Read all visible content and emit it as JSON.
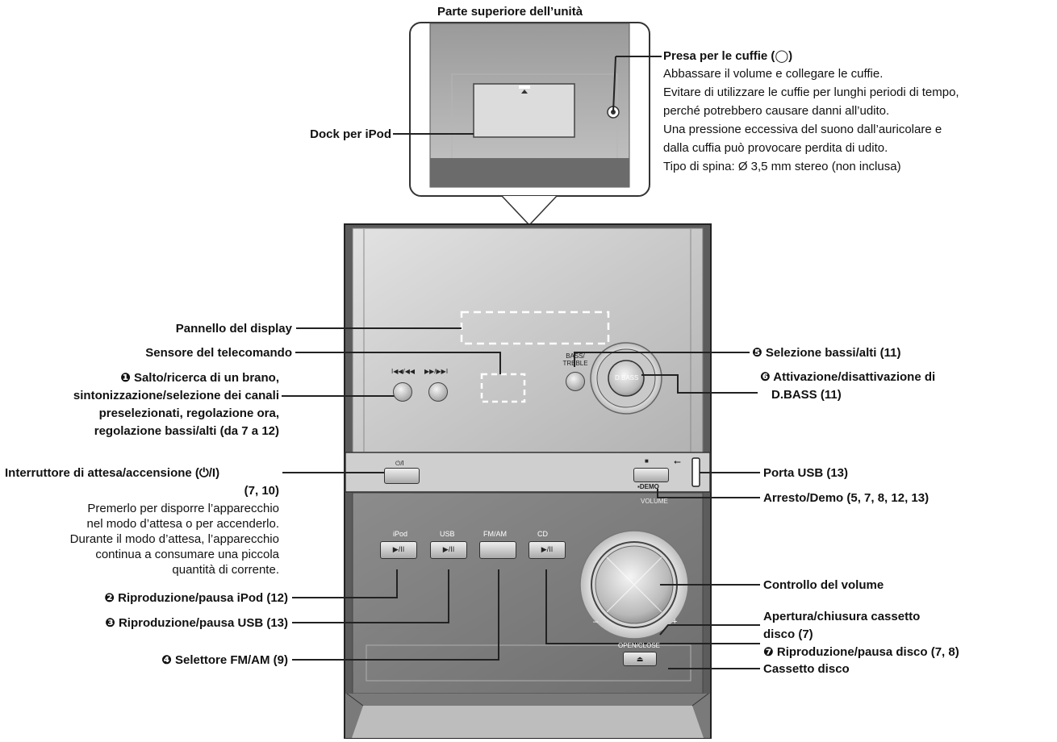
{
  "labels": {
    "top_header": "Parte superiore dell’unità",
    "dock": "Dock per iPod",
    "headphone_title": "Presa per le cuffie (◯)",
    "headphone_desc": [
      "Abbassare il volume e collegare le cuffie.",
      "Evitare di utilizzare le cuffie per lunghi periodi di tempo,",
      "perché potrebbero causare danni all’udito.",
      "Una pressione eccessiva del suono dall’auricolare e",
      "dalla cuffia può provocare perdita di udito.",
      "Tipo di spina: Ø 3,5 mm stereo (non inclusa)"
    ],
    "display_panel": "Pannello del display",
    "remote_sensor": "Sensore del telecomando",
    "skip_search": [
      "❶ Salto/ricerca di un brano,",
      "sintonizzazione/selezione dei canali",
      "preselezionati, regolazione ora,",
      "regolazione bassi/alti (da 7 a 12)"
    ],
    "standby_title": "Interruttore di attesa/accensione (⏻/I)",
    "standby_pages": "(7, 10)",
    "standby_desc": [
      "Premerlo per disporre l’apparecchio",
      "nel modo d’attesa o per accenderlo.",
      "Durante il modo d’attesa, l’apparecchio",
      "continua a consumare una piccola",
      "quantità di corrente."
    ],
    "ipod_play": "❷ Riproduzione/pausa iPod (12)",
    "usb_play": "❸ Riproduzione/pausa USB (13)",
    "fm_am": "❹ Selettore FM/AM (9)",
    "bass_treble": "❺ Selezione bassi/alti (11)",
    "dbass": [
      "❻ Attivazione/disattivazione di",
      "D.BASS (11)"
    ],
    "usb_port": "Porta USB (13)",
    "stop_demo": "Arresto/Demo (5, 7, 8, 12, 13)",
    "volume": "Controllo del volume",
    "open_close": [
      "Apertura/chiusura cassetto",
      "disco (7)"
    ],
    "cd_play": "❼ Riproduzione/pausa disco (7, 8)",
    "tray": "Cassetto disco"
  },
  "device": {
    "skip_back": "I◀◀/◀◀",
    "skip_fwd": "▶▶/▶▶I",
    "bass_treble": "BASS/ TREBLE",
    "dbass": "D.BASS",
    "standby": "⏻/I",
    "stop_symbol": "■",
    "demo": "▪DEMO",
    "volume": "VOLUME",
    "minus": "–",
    "plus": "+",
    "open_close": "OPEN/CLOSE",
    "eject": "⏏",
    "ipod": "iPod",
    "usb": "USB",
    "fmam": "FM/AM",
    "cd": "CD",
    "play_pause": "▶/II",
    "usb_symbol": "⭠"
  }
}
